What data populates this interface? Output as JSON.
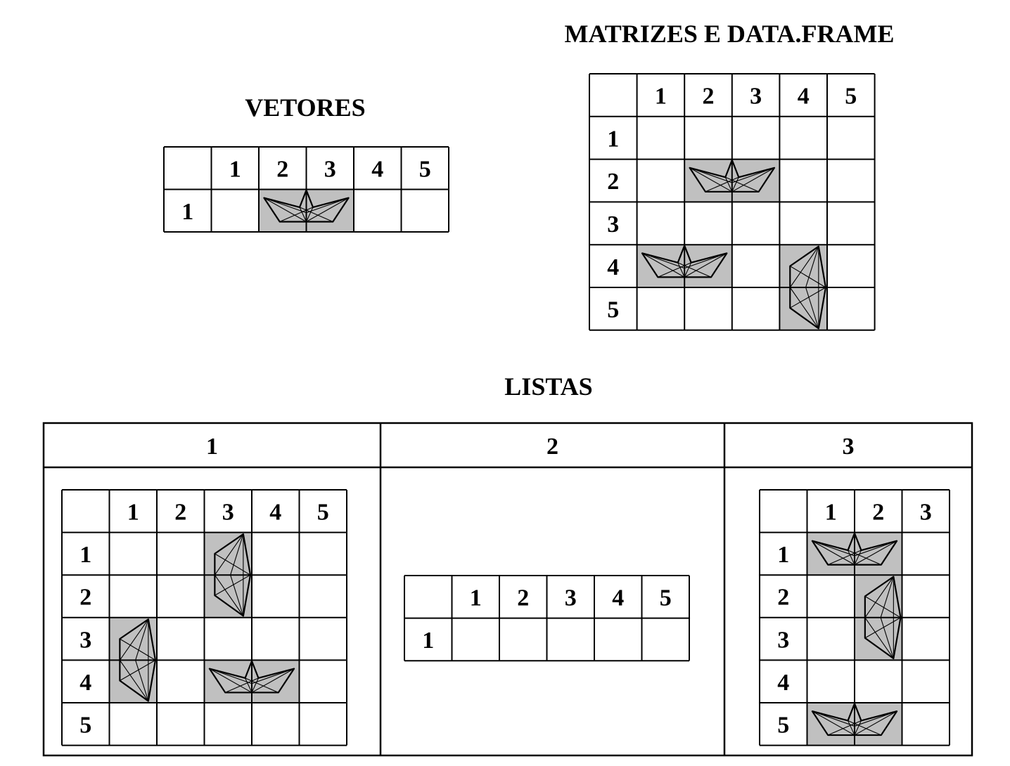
{
  "vetores": {
    "title": "VETORES",
    "col_headers": [
      "1",
      "2",
      "3",
      "4",
      "5"
    ],
    "row_headers": [
      "1"
    ],
    "boats": [
      {
        "row": 1,
        "col": 2,
        "length": 2,
        "orientation": "horizontal"
      }
    ]
  },
  "matrizes": {
    "title": "MATRIZES E DATA.FRAME",
    "col_headers": [
      "1",
      "2",
      "3",
      "4",
      "5"
    ],
    "row_headers": [
      "1",
      "2",
      "3",
      "4",
      "5"
    ],
    "boats": [
      {
        "row": 2,
        "col": 2,
        "length": 2,
        "orientation": "horizontal"
      },
      {
        "row": 4,
        "col": 1,
        "length": 2,
        "orientation": "horizontal"
      },
      {
        "row": 4,
        "col": 4,
        "length": 2,
        "orientation": "vertical"
      }
    ]
  },
  "listas": {
    "title": "LISTAS",
    "column_headers": [
      "1",
      "2",
      "3"
    ],
    "items": [
      {
        "col_headers": [
          "1",
          "2",
          "3",
          "4",
          "5"
        ],
        "row_headers": [
          "1",
          "2",
          "3",
          "4",
          "5"
        ],
        "boats": [
          {
            "row": 1,
            "col": 3,
            "length": 2,
            "orientation": "vertical"
          },
          {
            "row": 3,
            "col": 1,
            "length": 2,
            "orientation": "vertical"
          },
          {
            "row": 4,
            "col": 3,
            "length": 2,
            "orientation": "horizontal"
          }
        ]
      },
      {
        "col_headers": [
          "1",
          "2",
          "3",
          "4",
          "5"
        ],
        "row_headers": [
          "1"
        ],
        "boats": []
      },
      {
        "col_headers": [
          "1",
          "2",
          "3"
        ],
        "row_headers": [
          "1",
          "2",
          "3",
          "4",
          "5"
        ],
        "boats": [
          {
            "row": 1,
            "col": 1,
            "length": 2,
            "orientation": "horizontal"
          },
          {
            "row": 2,
            "col": 2,
            "length": 2,
            "orientation": "vertical"
          },
          {
            "row": 5,
            "col": 1,
            "length": 2,
            "orientation": "horizontal"
          }
        ]
      }
    ]
  },
  "colors": {
    "line": "#000000",
    "boat_fill": "#c0c0c0",
    "background": "#ffffff"
  }
}
